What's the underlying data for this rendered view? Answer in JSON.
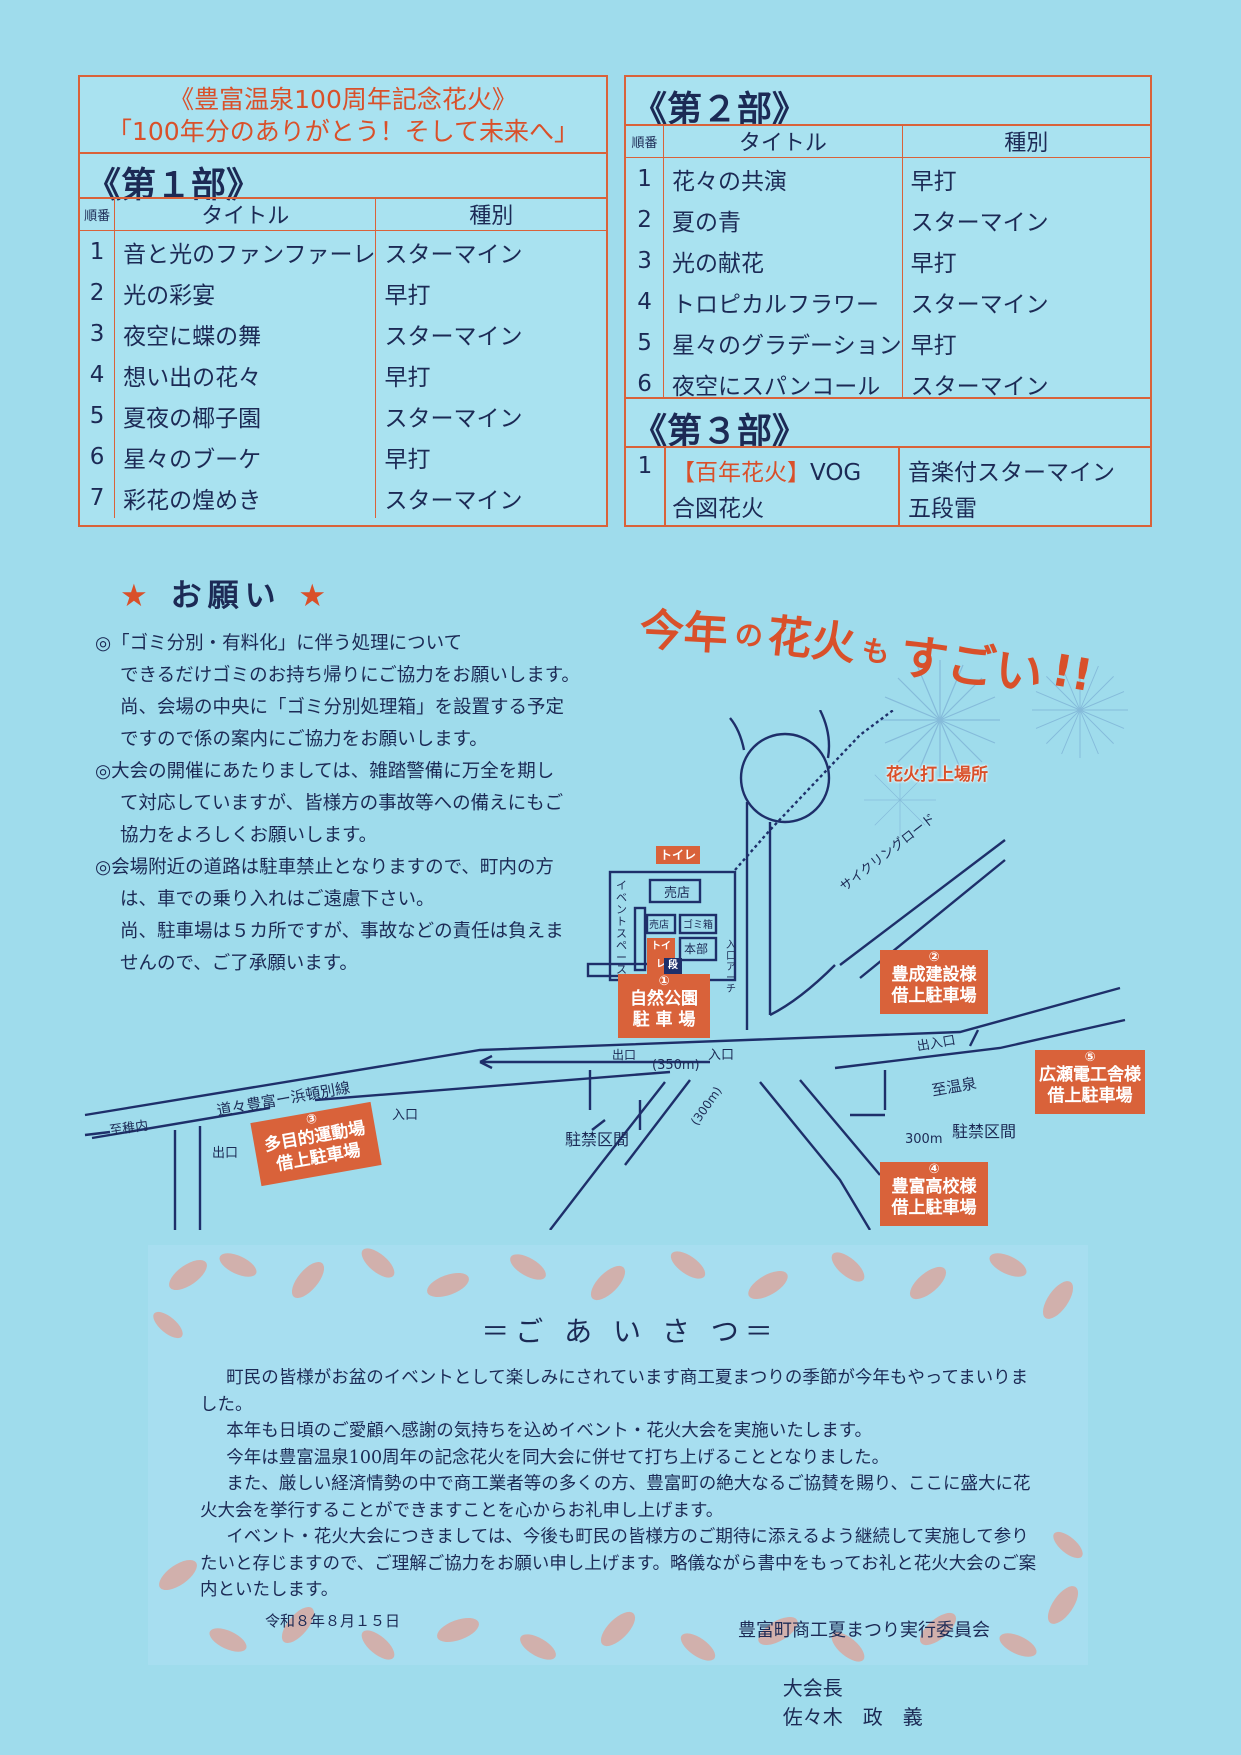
{
  "program": {
    "header_line1": "《豊富温泉100周年記念花火》",
    "header_line2": "「100年分のありがとう！そして未来へ」",
    "col_no": "順番",
    "col_title": "タイトル",
    "col_type": "種別",
    "part1": {
      "heading": "《第１部》",
      "rows": [
        {
          "no": "1",
          "title": "音と光のファンファーレ",
          "type": "スターマイン"
        },
        {
          "no": "2",
          "title": "光の彩宴",
          "type": "早打"
        },
        {
          "no": "3",
          "title": "夜空に蝶の舞",
          "type": "スターマイン"
        },
        {
          "no": "4",
          "title": "想い出の花々",
          "type": "早打"
        },
        {
          "no": "5",
          "title": "夏夜の椰子園",
          "type": "スターマイン"
        },
        {
          "no": "6",
          "title": "星々のブーケ",
          "type": "早打"
        },
        {
          "no": "7",
          "title": "彩花の煌めき",
          "type": "スターマイン"
        }
      ]
    },
    "part2": {
      "heading": "《第２部》",
      "rows": [
        {
          "no": "1",
          "title": "花々の共演",
          "type": "早打"
        },
        {
          "no": "2",
          "title": "夏の青",
          "type": "スターマイン"
        },
        {
          "no": "3",
          "title": "光の献花",
          "type": "早打"
        },
        {
          "no": "4",
          "title": "トロピカルフラワー",
          "type": "スターマイン"
        },
        {
          "no": "5",
          "title": "星々のグラデーション",
          "type": "早打"
        },
        {
          "no": "6",
          "title": "夜空にスパンコール",
          "type": "スターマイン"
        }
      ]
    },
    "part3": {
      "heading": "《第３部》",
      "no": "1",
      "title_red": "【百年花火】",
      "title_rest": "VOG",
      "title_line2": "合図花火",
      "type_line1": "音楽付スターマイン",
      "type_line2": "五段雷"
    }
  },
  "request": {
    "heading": "お願い",
    "star": "★",
    "items": [
      {
        "first": "◎「ゴミ分別・有料化」に伴う処理について",
        "rest": [
          "できるだけゴミのお持ち帰りにご協力をお願いします。",
          "尚、会場の中央に「ゴミ分別処理箱」を設置する予定",
          "ですので係の案内にご協力をお願いします。"
        ]
      },
      {
        "first": "◎大会の開催にあたりましては、雑踏警備に万全を期し",
        "rest": [
          "て対応していますが、皆様方の事故等への備えにもご",
          "協力をよろしくお願いします。"
        ]
      },
      {
        "first": "◎会場附近の道路は駐車禁止となりますので、町内の方",
        "rest": [
          "は、車での乗り入れはご遠慮下さい。",
          "尚、駐車場は５カ所ですが、事故などの責任は負えま",
          "せんので、ご了承願います。"
        ]
      }
    ]
  },
  "slogan": {
    "part1": "今年",
    "part2": "の",
    "part3": "花火",
    "part4": "も",
    "part5": "すごい",
    "part6": "!!"
  },
  "map": {
    "launch_site": "花火打上場所",
    "toilet": "トイレ",
    "shop": "売店",
    "event_space": "イベントスペース",
    "stall": "売店",
    "trash": "ゴミ箱",
    "hq": "本部",
    "step": "段",
    "entrance_arch": "入口アーチ",
    "cycling_road": "サイクリングロード",
    "route": "道々豊富ー浜頓別線",
    "to_wakkanai": "至稚内",
    "to_onsen": "至温泉",
    "no_parking_1": "駐禁区間",
    "no_parking_2": "駐禁区間",
    "dist_350": "(350m)",
    "dist_300_a": "(300m)",
    "dist_300_b": "300m",
    "exit": "出口",
    "entrance": "入口",
    "exit_entrance": "出入口",
    "parking": [
      {
        "num": "①",
        "line1": "自然公園",
        "line2": "駐 車 場"
      },
      {
        "num": "②",
        "line1": "豊成建設様",
        "line2": "借上駐車場"
      },
      {
        "num": "③",
        "line1": "多目的運動場",
        "line2": "借上駐車場"
      },
      {
        "num": "④",
        "line1": "豊富高校様",
        "line2": "借上駐車場"
      },
      {
        "num": "⑤",
        "line1": "広瀬電工舎様",
        "line2": "借上駐車場"
      }
    ]
  },
  "greeting": {
    "heading": "＝ご あ い さ つ＝",
    "paragraphs": [
      "町民の皆様がお盆のイベントとして楽しみにされています商工夏まつりの季節が今年もやってまいりました。",
      "本年も日頃のご愛顧へ感謝の気持ちを込めイベント・花火大会を実施いたします。",
      "今年は豊富温泉100周年の記念花火を同大会に併せて打ち上げることとなりました。",
      "また、厳しい経済情勢の中で商工業者等の多くの方、豊富町の絶大なるご協賛を賜り、ここに盛大に花火大会を挙行することができますことを心からお礼申し上げます。",
      "イベント・花火大会につきましては、今後も町民の皆様方のご期待に添えるよう継続して実施して参りたいと存じますので、ご理解ご協力をお願い申し上げます。略儀ながら書中をもってお礼と花火大会のご案内といたします。"
    ],
    "date": "令和８年８月１５日",
    "org": "豊富町商工夏まつり実行委員会",
    "chair_title": "大会長",
    "chair_name": "佐々木　政　義"
  },
  "colors": {
    "background": "#9fdcec",
    "accent": "#d9623a",
    "text": "#1c2a55"
  }
}
